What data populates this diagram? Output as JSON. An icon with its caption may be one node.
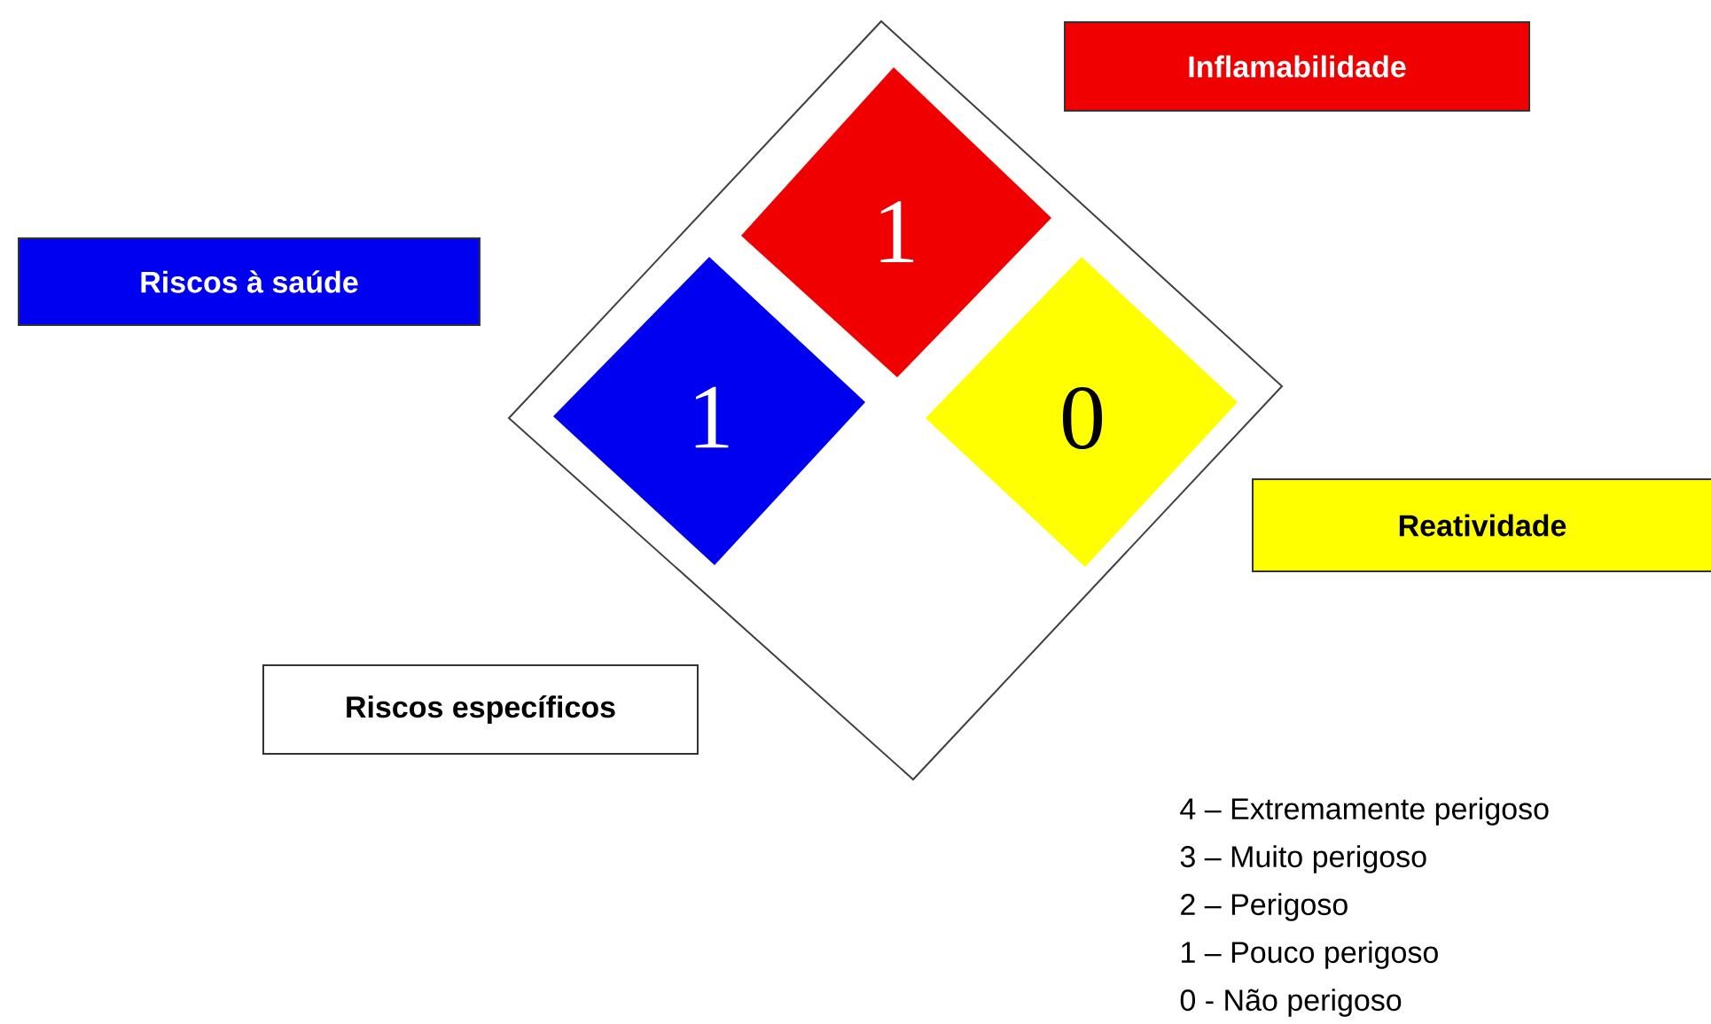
{
  "diagram": {
    "nodes": [
      {
        "text": [],
        "shape": "diamond"
      },
      {
        "text": [
          "1"
        ],
        "in": 0
      },
      {
        "text": [
          "1"
        ],
        "in": 0
      },
      {
        "text": [
          "0"
        ],
        "in": 0
      },
      {
        "text": [
          "Inflamabilidade"
        ]
      },
      {
        "text": [
          "Riscos à saúde"
        ]
      },
      {
        "text": [
          "Reatividade"
        ]
      },
      {
        "text": [
          "Riscos específicos"
        ]
      }
    ],
    "labels": [
      "4 – Extremamente perigoso",
      "3 – Muito perigoso",
      "2 – Perigoso",
      "1 – Pouco perigoso",
      "0 - Não perigoso"
    ]
  }
}
